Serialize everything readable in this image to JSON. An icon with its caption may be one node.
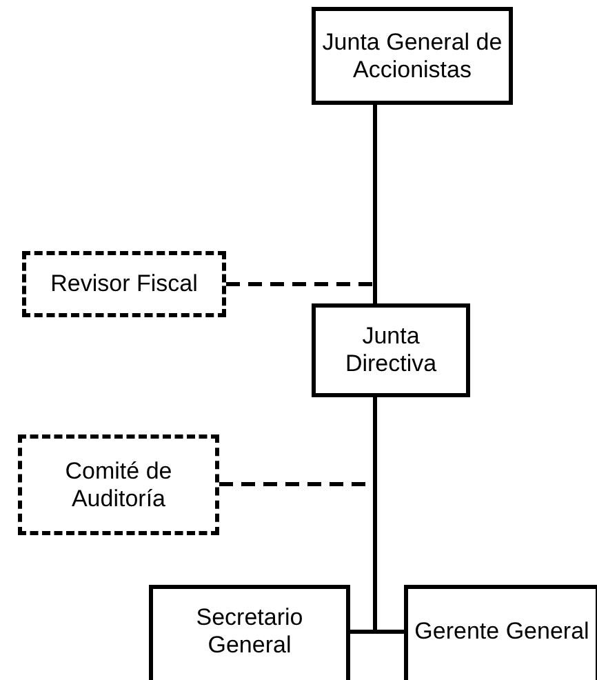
{
  "diagram": {
    "nodes": [
      {
        "text": [
          "Junta General de Accionistas"
        ]
      },
      {
        "text": [
          "Revisor Fiscal"
        ]
      },
      {
        "text": [
          "Junta Directiva"
        ]
      },
      {
        "text": [
          "Comité de Auditoría"
        ]
      },
      {
        "text": [
          "Secretario General"
        ]
      },
      {
        "text": [
          "Gerente General"
        ]
      }
    ],
    "edges": [
      {
        "from": 0,
        "to": 2,
        "arrow": "none"
      },
      {
        "from": 1,
        "to": null,
        "arrow": "none",
        "style": "dashed"
      },
      {
        "from": 3,
        "to": null,
        "arrow": "none",
        "style": "dashed"
      },
      {
        "from": 2,
        "to": 4,
        "arrow": "none"
      },
      {
        "from": 2,
        "to": 5,
        "arrow": "none"
      }
    ]
  }
}
